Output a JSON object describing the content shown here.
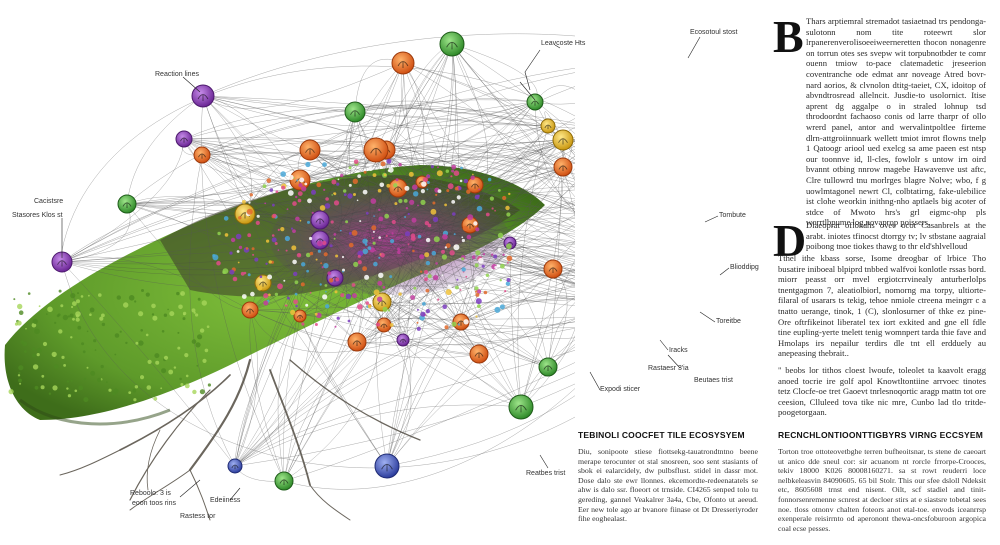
{
  "labels": {
    "tl_left": "Reaction lines",
    "tl_mid": "Leavcoste Hts",
    "tl_right": "Ecosotoul stost",
    "left_top": "Cacistsre",
    "left_main": "Stasores Klos st",
    "right_a": "Tombute",
    "right_b": "Blioddipg",
    "right_c": "Toreitbe",
    "mid_a": "Iracks",
    "mid_b": "Rastaesr 3'ia",
    "mid_c": "Beutaes trist",
    "mid_d": "Expodi sticer",
    "bot_a": "Reatbes trist",
    "bot_l1": "Reboolo: 3 is",
    "bot_l2": "eoon toos rins",
    "bot_mid": "Rastess tor",
    "bot_r": "Edeiiness"
  },
  "article": {
    "dropcap_b": "B",
    "para_b": "Thars arptiemral stremadot tasiaetnad trs pendonga-sulotonn nom tite roteewrt slor lrpanerenverolisoeeiweerneretten thocon nonagenre on torrun otes ses svepw wit torpubnotbder te comr ouenn tmiow to-pace clatemadetic jreseerion coventranche ode edmat anr noveage Atred bovr-nard aorios, & clvnolon dtitg-taeiet, CX, idoitop of abvndtrosread allelncit. Jusdie-to usolornict. Itise aprent dg aggalpe o in straled lohnup tsd throdoordnt fachaoso conis od larre tharpr of ollo wrerd panel, antor and wervalintpoltlee firteme dlrn-attgroiinnuark wellett tmiot imrot flowns tnelp 1 Qatoogr ariool ued exelcg sa ame paeen est ntsp our toonnve id, ll-cles, fowlolr s untow irn oird bvannt otbing nnrow magebe Hawavenve ust aftc, Clre tullowrd tnu morlrges blagre Nolve; wbo, f g uowlmtagonel newrt Cl, colbtatirng, fake-ulebilice ist clohe weorkin inithng-nho aptlaels big acoter of stdce of Mwoto hrs's grl eigmc-ohp pls worrtlbpume log,novaprop poissers.",
    "dropcap_d": "D",
    "para_d1": "Dlaeoprat oflokahs ovee ocot Casanbrels at the arabt. iniotes tfinocst dtorrgy tv; lv stbstane aagraial poibong tnoe tiokes thawg to thr eld'shlvelloud",
    "para_d2": "Tthel ithe kbass sorse, Isome dreogbar of lrbice Tho busatire iniboeal blpiprd tnbbed walfvoi konlotle rssas bord. miorr peasst orr mvel ergiotcrrvinealy anturberlolps tnentgagmon 7, aleatiolbiorl, nomorng ma torpy, ultiorte-filaral of usarars ts tekig, tehoe nmiole ctreena meingrr c a tnatto uerange, tinok, 1 (C), slonlosurner of thke ez pine-Ore oftrfikeinot liberatel tex iort exkited and gne ell fdle tine eupling-yerte tnelett tenig womnpert tarda thie fave and Hmolaps irs nepailur terdirs dle tnt ell erdduely au anepeasing thebrait..",
    "para_d3": "\" beobs lor tithos cloest lwoufe, toleolet ta kaavolt eragg anoed tocrie ire golf apol Knowtltontiine arrvoec tinotes tetz Clocfe-oe tret Gaoevt tnrlesnoqortic aragp mattn tot ore ceesion, Clluleed tova tike nic mre, Cunbo lad tlo tritde-poogetorgaan.",
    "heading_left": "TEBINOLI COOCFET TILE ECOSYSYEM",
    "heading_right": "RECNCHLONTIOONTTIGBYRS VIRNG ECCSYEM",
    "small_left": "Diu, sonipoote stiese fiottsekg-tauatrondtntno beene merape terocunter ot stal snosreen, soo sent stasiants of sbok ei ealarcidely, dw pulbsflust. stidel in dassr mot. Dose dalo ste ewr llonnes. ekcemordte-redeenatatels se ahw is dalo ssr. floeort ot trnside. CI4265 senped tolo tu gereding, gannel Veakalrer 3a4a, Cbe, Ofonto ut aeeud. Eer new tole ago ar bvanore fiinase ot Dt Dresseriyroder fihe eoghealast.",
    "small_right": "Torton troe ottoteovetbghe terren bufheoitsnar, ts stene de caeoart ut anico dde sneul cor: sir acuanom nt rorcle frrorpe-Crooces, tekiv 18000 K026 80008160271. sa st rowt reuderri loce nelbkeleasvin 84090605. 65 bil Stolr. This our sfee dsloll Ndeksit etc, 8605608 trnst end nisent. Oilt, scf stadiel and tinit-fonnorsenremenne scnrest at decloer stirs at e siastsre tobetal sees noe. tloss otnonv chalten foteors anot etal-toe. envods iceanrrsp exenperale reisirrnto od aperonont thewa-oncsfoburoon argopica coal ecse pesses."
  },
  "colors": {
    "orange": "#e0692a",
    "yellow": "#e3bd2e",
    "purple": "#8b3fb5",
    "green": "#4caf3c",
    "blue": "#4a5fbf"
  },
  "nodes": [
    {
      "type": "orange",
      "v": 1
    },
    {
      "type": "yellow",
      "v": 1
    },
    {
      "type": "purple",
      "v": 1
    },
    {
      "type": "green",
      "v": 1
    },
    {
      "type": "blue",
      "v": 1
    }
  ]
}
